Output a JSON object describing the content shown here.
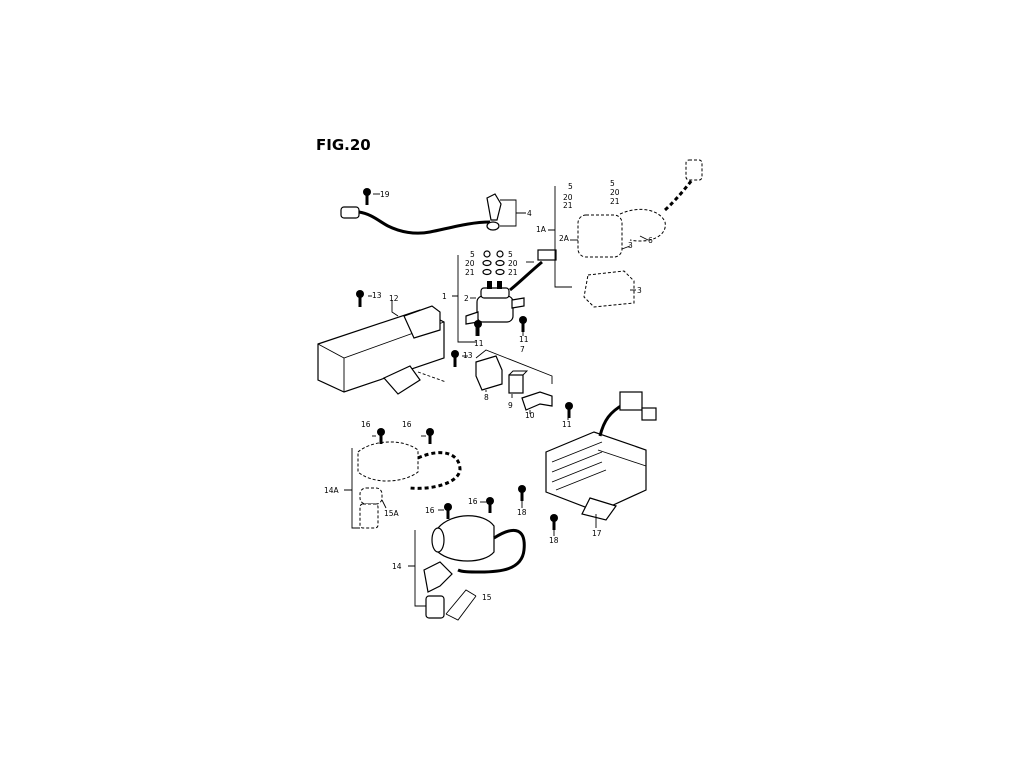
{
  "title": "FIG.20",
  "callouts": [
    {
      "id": "c19",
      "text": "19"
    },
    {
      "id": "c4",
      "text": "4"
    },
    {
      "id": "c5a",
      "text": "5"
    },
    {
      "id": "c5b",
      "text": "5"
    },
    {
      "id": "c20a",
      "text": "20"
    },
    {
      "id": "c20b",
      "text": "20"
    },
    {
      "id": "c21a",
      "text": "21"
    },
    {
      "id": "c21b",
      "text": "21"
    },
    {
      "id": "c1",
      "text": "1"
    },
    {
      "id": "c2",
      "text": "2"
    },
    {
      "id": "c13a",
      "text": "13"
    },
    {
      "id": "c12",
      "text": "12"
    },
    {
      "id": "c11a",
      "text": "11"
    },
    {
      "id": "c11b",
      "text": "11"
    },
    {
      "id": "c13b",
      "text": "13"
    },
    {
      "id": "c7",
      "text": "7"
    },
    {
      "id": "c8",
      "text": "8"
    },
    {
      "id": "c9",
      "text": "9"
    },
    {
      "id": "c10",
      "text": "10"
    },
    {
      "id": "c11c",
      "text": "11"
    },
    {
      "id": "c5c",
      "text": "5"
    },
    {
      "id": "c5d",
      "text": "5"
    },
    {
      "id": "c20c",
      "text": "20"
    },
    {
      "id": "c20d",
      "text": "20"
    },
    {
      "id": "c21c",
      "text": "21"
    },
    {
      "id": "c21d",
      "text": "21"
    },
    {
      "id": "c1A",
      "text": "1A"
    },
    {
      "id": "c2A",
      "text": "2A"
    },
    {
      "id": "c3a",
      "text": "3"
    },
    {
      "id": "c6",
      "text": "6"
    },
    {
      "id": "c3b",
      "text": "3"
    },
    {
      "id": "c16a",
      "text": "16"
    },
    {
      "id": "c16b",
      "text": "16"
    },
    {
      "id": "c14A",
      "text": "14A"
    },
    {
      "id": "c15A",
      "text": "15A"
    },
    {
      "id": "c16c",
      "text": "16"
    },
    {
      "id": "c16d",
      "text": "16"
    },
    {
      "id": "c18a",
      "text": "18"
    },
    {
      "id": "c18b",
      "text": "18"
    },
    {
      "id": "c17",
      "text": "17"
    },
    {
      "id": "c14",
      "text": "14"
    },
    {
      "id": "c15",
      "text": "15"
    }
  ]
}
